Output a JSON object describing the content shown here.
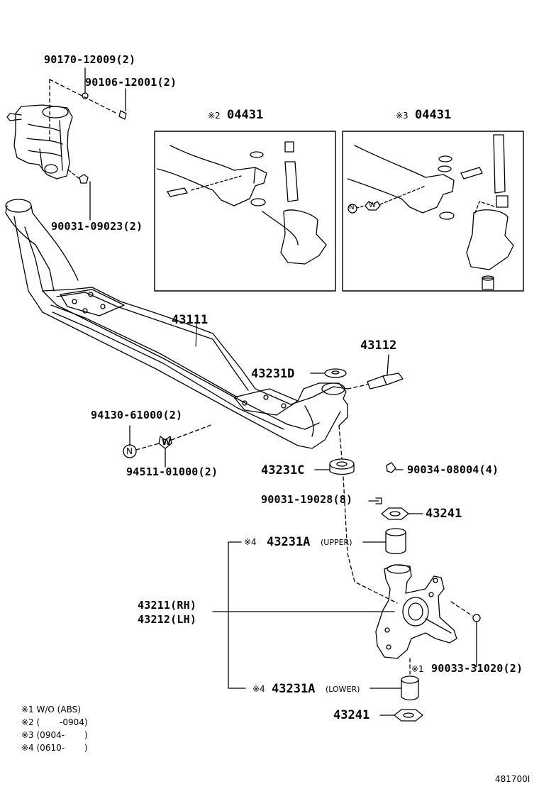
{
  "labels": {
    "bolt_90170": "90170-12009(2)",
    "washer_90106": "90106-12001(2)",
    "nut_90031_09023": "90031-09023(2)",
    "inset2_mark": "※2",
    "inset2_part": "04431",
    "inset3_mark": "※3",
    "inset3_part": "04431",
    "axle_beam": "43111",
    "pin": "43112",
    "bearing_d": "43231D",
    "nut_94130": "94130-61000(2)",
    "washer_94511": "94511-01000(2)",
    "bearing_c": "43231C",
    "grease_fitting": "90034-08004(4)",
    "bolt_90031_19028": "90031-19028(8)",
    "cap_upper": "43241",
    "bushing_upper_mark": "※4",
    "bushing_upper": "43231A",
    "bushing_upper_note": "(UPPER)",
    "knuckle_rh": "43211(RH)",
    "knuckle_lh": "43212(LH)",
    "plug_mark": "※1",
    "plug": "90033-31020(2)",
    "bushing_lower_mark": "※4",
    "bushing_lower": "43231A",
    "bushing_lower_note": "(LOWER)",
    "cap_lower": "43241",
    "marker_n": "N",
    "marker_w": "W",
    "marker_n2": "N",
    "marker_w2": "W"
  },
  "notes": [
    "※1 W/O (ABS)",
    "※2 (　　 -0904)",
    "※3 (0904-　　 )",
    "※4 (0610-　　 )"
  ],
  "figure_id": "481700I"
}
